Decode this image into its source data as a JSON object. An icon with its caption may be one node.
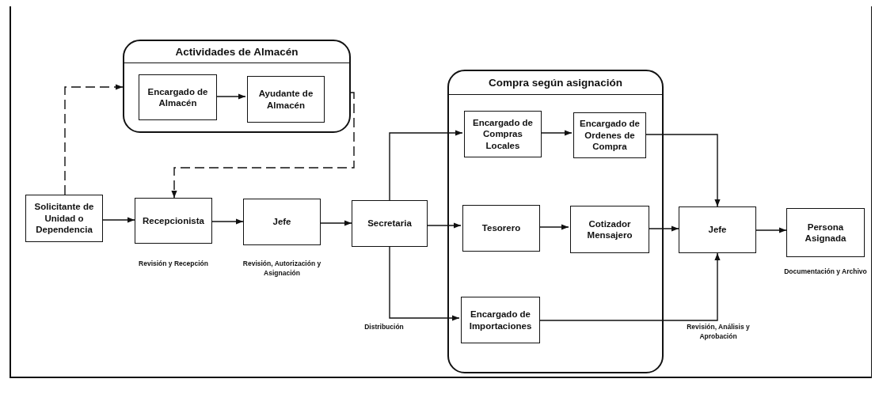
{
  "diagram": {
    "nodes": [
      {
        "text": [
          "Actividades de Almacén"
        ]
      },
      {
        "text": [
          "Encargado de Almacén"
        ],
        "in": 0
      },
      {
        "text": [
          "Ayudante de Almacén"
        ],
        "in": 0
      },
      {
        "text": [
          "Solicitante de Unidad o Dependencia"
        ]
      },
      {
        "text": [
          "Recepcionista"
        ],
        "beside": [
          "Revisión y Recepción"
        ]
      },
      {
        "text": [
          "Jefe"
        ],
        "beside": [
          "Revisión, Autorización y Asignación"
        ]
      },
      {
        "text": [
          "Secretaria"
        ]
      },
      {
        "text": [
          "Compra según asignación"
        ]
      },
      {
        "text": [
          "Encargado de Compras Locales"
        ],
        "in": 7
      },
      {
        "text": [
          "Encargado de Ordenes de Compra"
        ],
        "in": 7
      },
      {
        "text": [
          "Tesorero"
        ],
        "in": 7
      },
      {
        "text": [
          "Cotizador Mensajero"
        ],
        "in": 7
      },
      {
        "text": [
          "Encargado de Importaciones"
        ],
        "in": 7
      },
      {
        "text": [
          "Jefe"
        ]
      },
      {
        "text": [
          "Persona Asignada"
        ],
        "beside": [
          "Documentación y Archivo"
        ]
      }
    ],
    "labels": [
      "Distribución",
      "Revisión, Análisis y Aprobación"
    ],
    "edges": [
      {
        "from": 3,
        "to": 0,
        "arrow": "to",
        "style": "dashed"
      },
      {
        "from": 1,
        "to": 2,
        "arrow": "to"
      },
      {
        "from": 0,
        "to": 4,
        "arrow": "to",
        "style": "dashed"
      },
      {
        "from": 3,
        "to": 4,
        "arrow": "to"
      },
      {
        "from": 4,
        "to": 5,
        "arrow": "to"
      },
      {
        "from": 5,
        "to": 6,
        "arrow": "to"
      },
      {
        "from": 6,
        "to": 8,
        "arrow": "to"
      },
      {
        "from": 6,
        "to": 10,
        "arrow": "to"
      },
      {
        "from": 6,
        "to": 12,
        "arrow": "to"
      },
      {
        "from": 8,
        "to": 9,
        "arrow": "to"
      },
      {
        "from": 10,
        "to": 11,
        "arrow": "to"
      },
      {
        "from": 9,
        "to": 13,
        "arrow": "to"
      },
      {
        "from": 11,
        "to": 13,
        "arrow": "to"
      },
      {
        "from": 12,
        "to": 13,
        "arrow": "to"
      },
      {
        "from": 13,
        "to": 14,
        "arrow": "to"
      }
    ]
  }
}
